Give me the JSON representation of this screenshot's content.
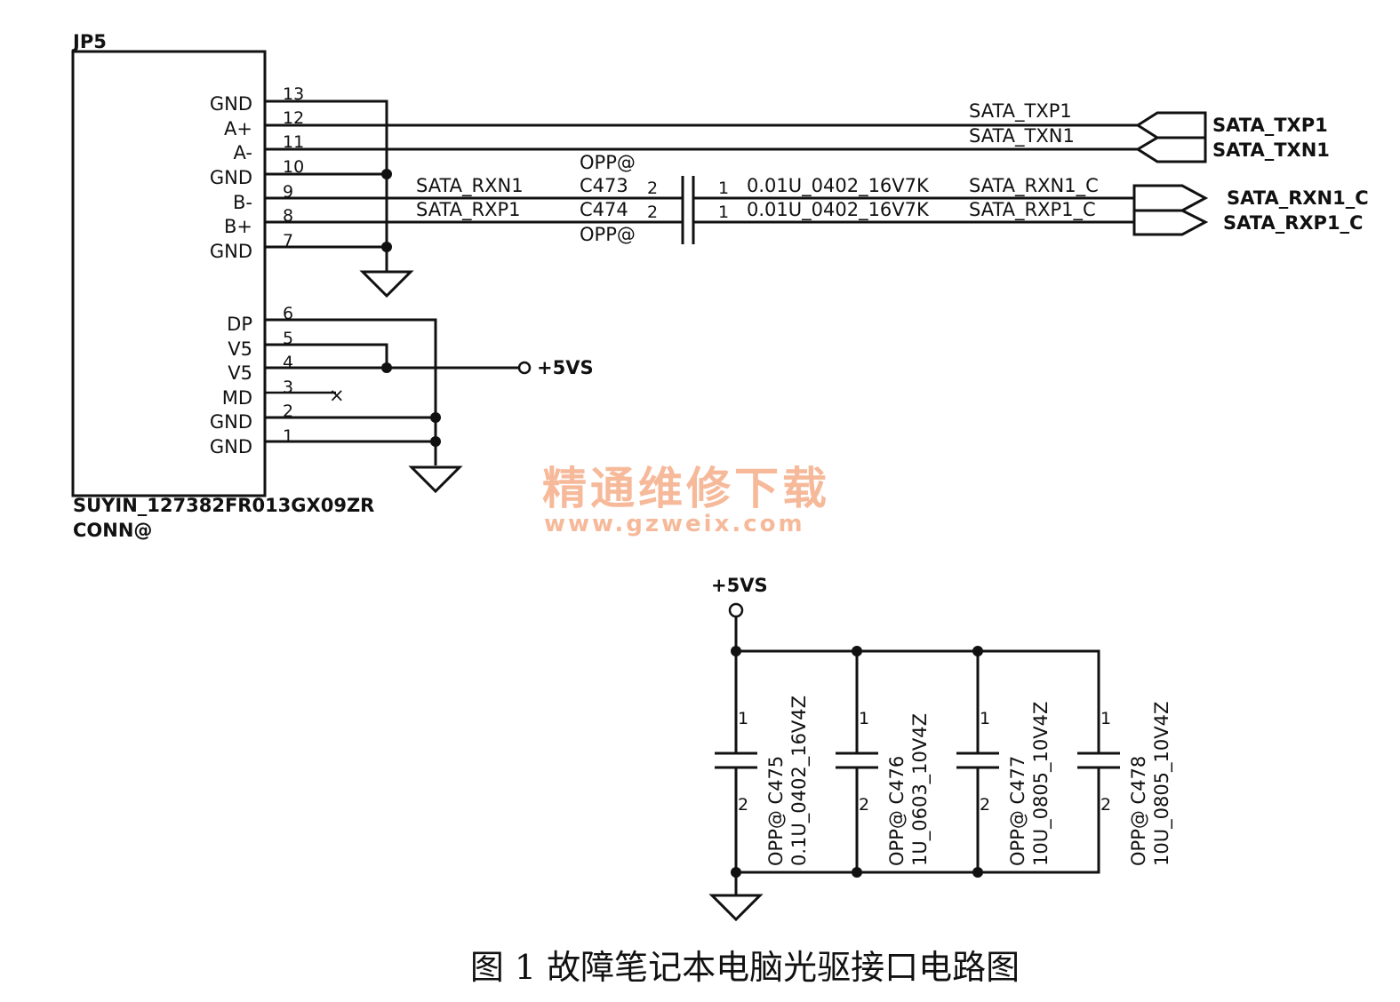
{
  "connector": {
    "ref": "JP5",
    "part": "SUYIN_127382FR013GX09ZR",
    "option": "CONN@",
    "pins": [
      {
        "num": "13",
        "name": "GND"
      },
      {
        "num": "12",
        "name": "A+"
      },
      {
        "num": "11",
        "name": "A-"
      },
      {
        "num": "10",
        "name": "GND"
      },
      {
        "num": "9",
        "name": "B-"
      },
      {
        "num": "8",
        "name": "B+"
      },
      {
        "num": "7",
        "name": "GND"
      },
      {
        "num": "6",
        "name": "DP"
      },
      {
        "num": "5",
        "name": "V5"
      },
      {
        "num": "4",
        "name": "V5"
      },
      {
        "num": "3",
        "name": "MD"
      },
      {
        "num": "2",
        "name": "GND"
      },
      {
        "num": "1",
        "name": "GND"
      }
    ]
  },
  "nets": {
    "txp_wire": "SATA_TXP1",
    "txn_wire": "SATA_TXN1",
    "txp_port": "SATA_TXP1",
    "txn_port": "SATA_TXN1",
    "rxn_in": "SATA_RXN1",
    "rxp_in": "SATA_RXP1",
    "rxn_out": "SATA_RXN1_C",
    "rxp_out": "SATA_RXP1_C",
    "rxn_port": "SATA_RXN1_C",
    "rxp_port": "SATA_RXP1_C",
    "power": "+5VS",
    "power_bottom": "+5VS"
  },
  "coupling_caps": {
    "opt_top": "OPP@",
    "opt_bottom": "OPP@",
    "c1_ref": "C473",
    "c2_ref": "C474",
    "c1_value": "0.01U_0402_16V7K",
    "c2_value": "0.01U_0402_16V7K",
    "pin_left": "2",
    "pin_right": "1"
  },
  "decoupling_caps": [
    {
      "ref": "OPP@  C475",
      "value": "0.1U_0402_16V4Z"
    },
    {
      "ref": "OPP@  C476",
      "value": "1U_0603_10V4Z"
    },
    {
      "ref": "OPP@  C477",
      "value": "10U_0805_10V4Z"
    },
    {
      "ref": "OPP@  C478",
      "value": "10U_0805_10V4Z"
    }
  ],
  "cap_pin_top": "1",
  "cap_pin_bottom": "2",
  "no_connect": "×",
  "watermark": {
    "cn": "精通维修下载",
    "url": "www.gzweix.com"
  },
  "caption": "图 1  故障笔记本电脑光驱接口电路图"
}
